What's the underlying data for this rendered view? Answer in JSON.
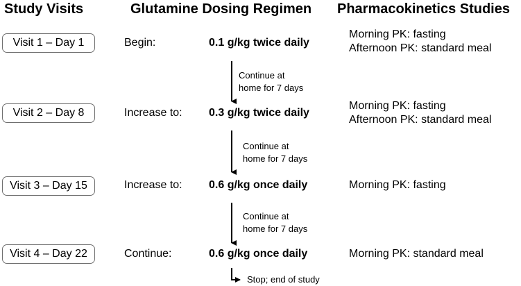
{
  "headers": {
    "visits": "Study Visits",
    "regimen": "Glutamine Dosing Regimen",
    "pk": "Pharmacokinetics Studies"
  },
  "rows": [
    {
      "visit": "Visit 1 – Day 1",
      "action": "Begin:",
      "dose": "0.1 g/kg twice daily",
      "pk": [
        "Morning PK: fasting",
        "Afternoon PK: standard meal"
      ]
    },
    {
      "visit": "Visit 2 – Day 8",
      "action": "Increase to:",
      "dose": "0.3 g/kg twice daily",
      "pk": [
        "Morning PK: fasting",
        "Afternoon PK: standard meal"
      ]
    },
    {
      "visit": "Visit 3 – Day 15",
      "action": "Increase to:",
      "dose": "0.6 g/kg once daily",
      "pk": [
        "Morning PK: fasting"
      ]
    },
    {
      "visit": "Visit 4 – Day 22",
      "action": "Continue:",
      "dose": "0.6 g/kg once daily",
      "pk": [
        "Morning PK: standard meal"
      ]
    }
  ],
  "transitions": [
    {
      "line1": "Continue at",
      "line2": "home for 7 days"
    },
    {
      "line1": "Continue at",
      "line2": "home for 7 days"
    },
    {
      "line1": "Continue at",
      "line2": "home for 7 days"
    }
  ],
  "end_note": "Stop; end of study"
}
